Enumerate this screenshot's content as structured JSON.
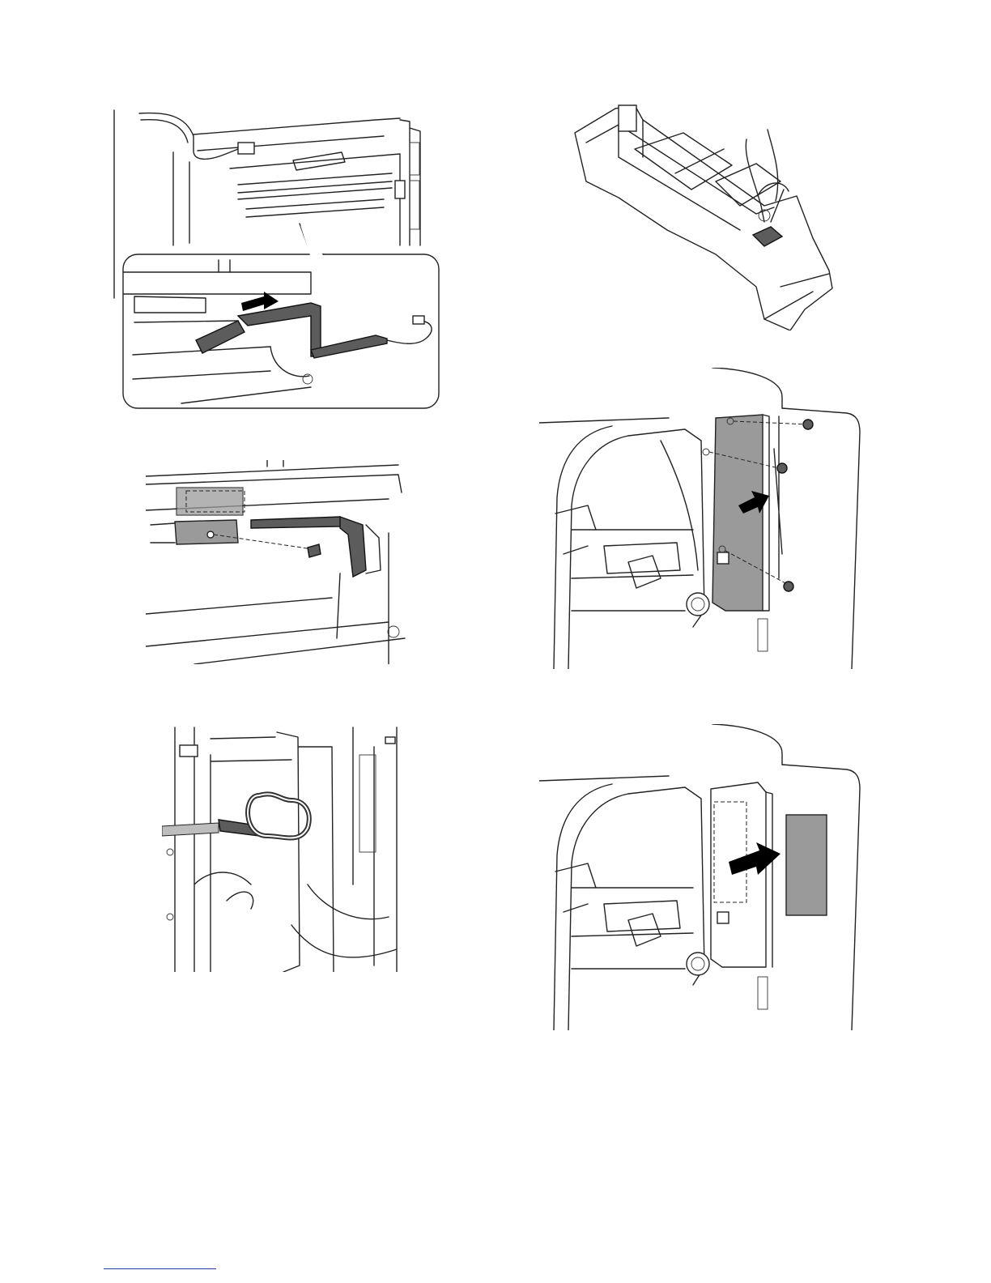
{
  "page": {
    "figures": [
      {
        "id": "fig-1",
        "icon": "machine-overview-with-detail-callout"
      },
      {
        "id": "fig-2",
        "icon": "bracket-removal-screw"
      },
      {
        "id": "fig-3",
        "icon": "harness-routing-frame"
      },
      {
        "id": "fig-4",
        "icon": "duct-part-with-hand"
      },
      {
        "id": "fig-5",
        "icon": "front-cover-bracket-screws"
      },
      {
        "id": "fig-6",
        "icon": "front-cover-bracket-install"
      }
    ],
    "footnote_rule_color": "#2a3e9a"
  }
}
